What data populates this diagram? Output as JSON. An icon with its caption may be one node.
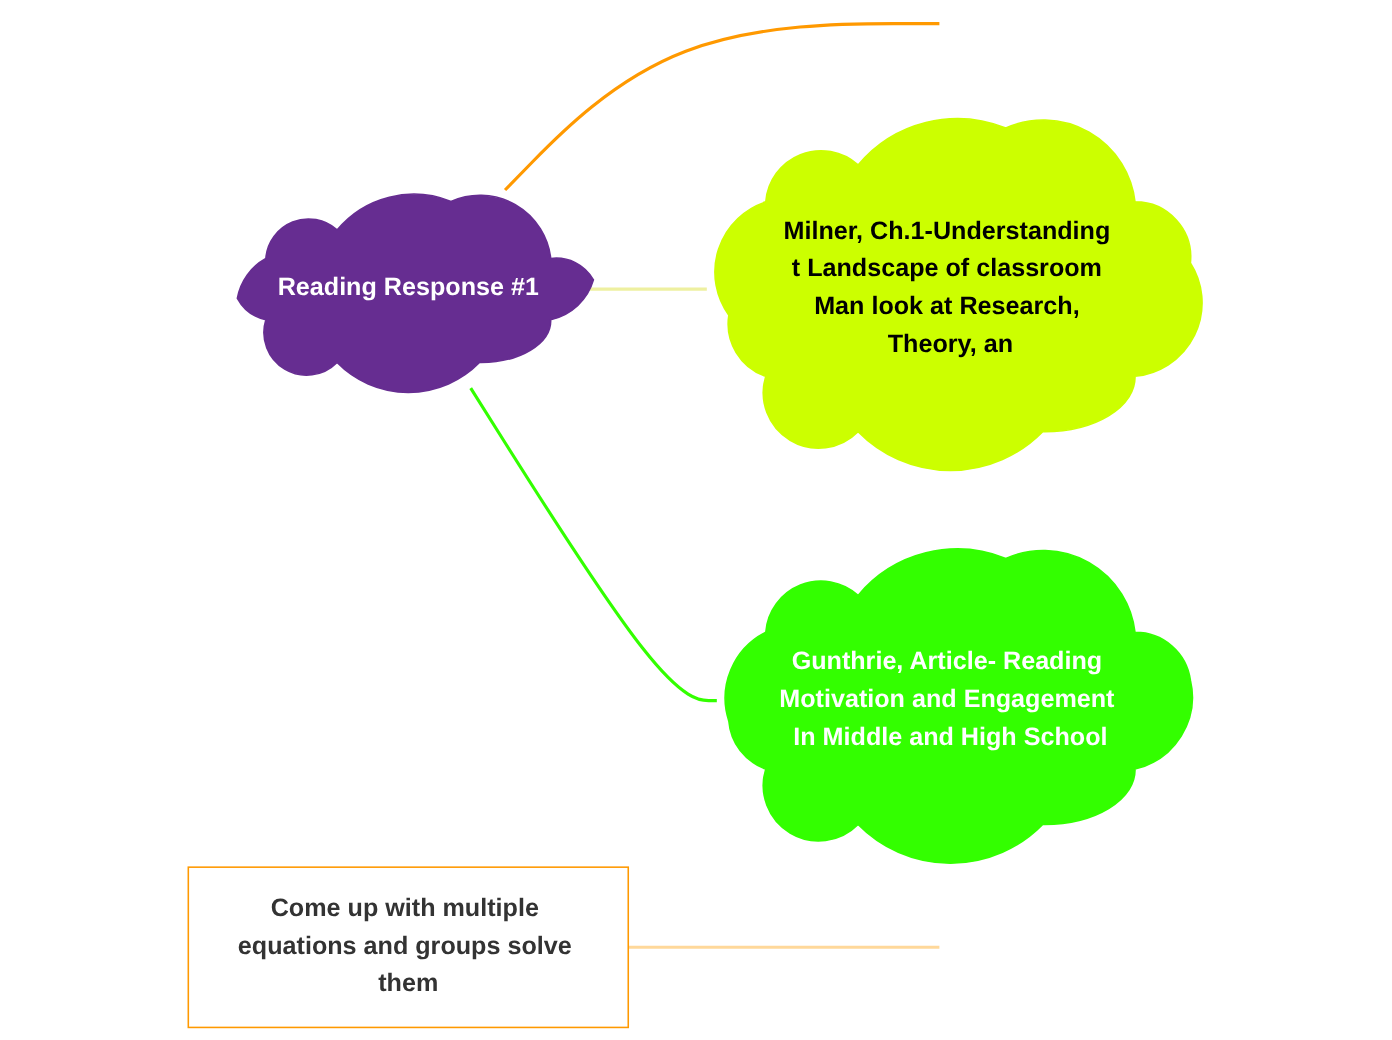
{
  "diagram": {
    "nodes": [
      {
        "text": [
          "Reading Response #1"
        ]
      },
      {
        "text": [
          "Milner, Ch.1-Understanding t Landscape of classroom Man look at Research, Theory, an"
        ]
      },
      {
        "text": [
          "Gunthrie, Article- Reading Motivation and Engagement In Middle and High School"
        ]
      },
      {
        "text": [
          "Come up with multiple equations and groups solve them"
        ]
      }
    ],
    "edges": [
      {
        "from": 0,
        "to": null,
        "arrow": "none",
        "color": "#ff9900"
      },
      {
        "from": 0,
        "to": 1,
        "arrow": "none",
        "color": "#eef0a0"
      },
      {
        "from": 0,
        "to": 2,
        "arrow": "none",
        "color": "#33ff00"
      },
      {
        "from": 3,
        "to": null,
        "arrow": "none",
        "color": "#ffd89a"
      }
    ]
  }
}
